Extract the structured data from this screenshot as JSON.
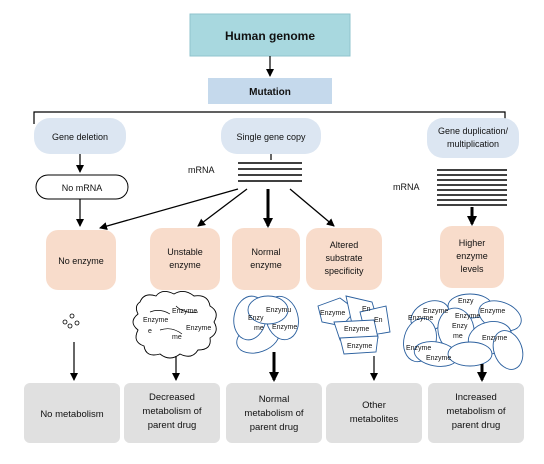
{
  "nodes": {
    "genome": "Human genome",
    "mutation": "Mutation",
    "deletion": "Gene deletion",
    "single_copy": "Single gene copy",
    "duplication": [
      "Gene duplication/",
      "multiplication"
    ],
    "no_mrna": "No mRNA",
    "mrna_single": "mRNA",
    "mrna_multi": "mRNA"
  },
  "enzyme_outcomes": [
    [
      "No enzyme"
    ],
    [
      "Unstable",
      "enzyme"
    ],
    [
      "Normal",
      "enzyme"
    ],
    [
      "Altered",
      "substrate",
      "specificity"
    ],
    [
      "Higher",
      "enzyme",
      "levels"
    ]
  ],
  "blob_labels": {
    "unstable": [
      "Enzyme",
      "Enzyme",
      "Enzyme",
      "e",
      "me"
    ],
    "normal": [
      "Enzymu",
      "Enzy",
      "me",
      "Enzyme"
    ],
    "altered": [
      "Enzyme",
      "En",
      "Enzyme",
      "En",
      "Enzyme"
    ],
    "higher": [
      "Enzyme",
      "Enzy",
      "Enzyme",
      "Enzyme",
      "Enzyme",
      "Enzy",
      "me",
      "Enzyme",
      "Enzyme",
      "Enzyme"
    ]
  },
  "metabolism_outcomes": [
    [
      "No metabolism"
    ],
    [
      "Decreased",
      "metabolism of",
      "parent drug"
    ],
    [
      "Normal",
      "metabolism of",
      "parent drug"
    ],
    [
      "Other",
      "metabolites"
    ],
    [
      "Increased",
      "metabolism of",
      "parent drug"
    ]
  ],
  "colors": {
    "genome_fill": "#a8d8df",
    "mutation_fill": "#c5d9ec",
    "category_fill": "#dce6f2",
    "enzyme_fill": "#f8dccb",
    "result_fill": "#e0e0e0",
    "line": "#000000"
  }
}
